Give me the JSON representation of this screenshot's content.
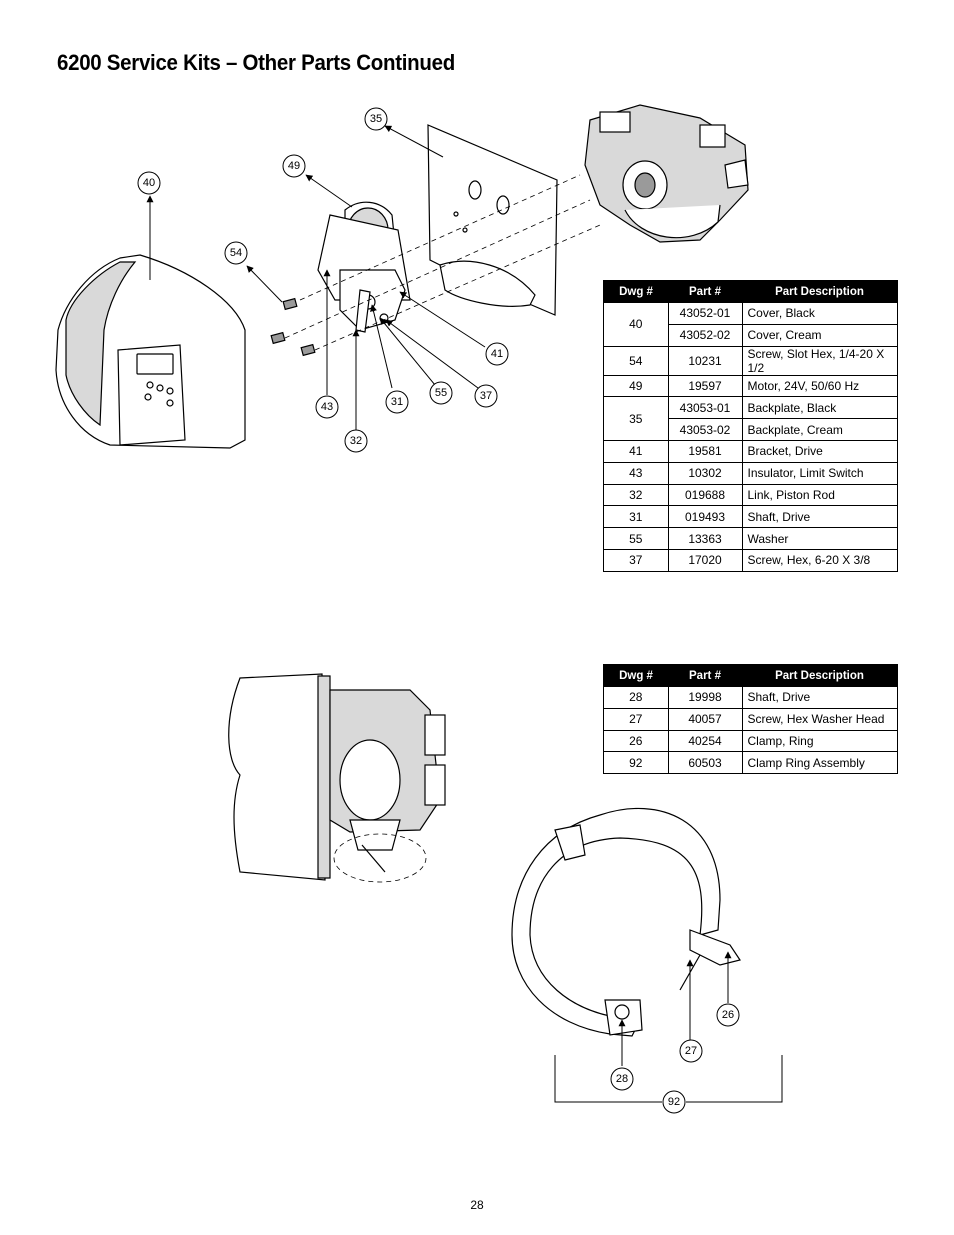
{
  "page": {
    "title": "6200 Service Kits – Other Parts Continued",
    "page_number": "28"
  },
  "table1": {
    "headers": [
      "Dwg #",
      "Part #",
      "Part Description"
    ],
    "rows": [
      {
        "dwg": "40",
        "part": "43052-01",
        "desc": "Cover, Black"
      },
      {
        "dwg": "",
        "part": "43052-02",
        "desc": "Cover, Cream"
      },
      {
        "dwg": "54",
        "part": "10231",
        "desc": "Screw, Slot Hex, 1/4-20 X 1/2"
      },
      {
        "dwg": "49",
        "part": "19597",
        "desc": "Motor, 24V, 50/60 Hz"
      },
      {
        "dwg": "35",
        "part": "43053-01",
        "desc": "Backplate, Black"
      },
      {
        "dwg": "",
        "part": "43053-02",
        "desc": "Backplate, Cream"
      },
      {
        "dwg": "41",
        "part": "19581",
        "desc": "Bracket, Drive"
      },
      {
        "dwg": "43",
        "part": "10302",
        "desc": "Insulator, Limit Switch"
      },
      {
        "dwg": "32",
        "part": "019688",
        "desc": "Link, Piston Rod"
      },
      {
        "dwg": "31",
        "part": "019493",
        "desc": "Shaft, Drive"
      },
      {
        "dwg": "55",
        "part": "13363",
        "desc": "Washer"
      },
      {
        "dwg": "37",
        "part": "17020",
        "desc": "Screw, Hex, 6-20 X 3/8"
      }
    ]
  },
  "table2": {
    "headers": [
      "Dwg #",
      "Part #",
      "Part Description"
    ],
    "rows": [
      {
        "dwg": "28",
        "part": "19998",
        "desc": "Shaft, Drive"
      },
      {
        "dwg": "27",
        "part": "40057",
        "desc": "Screw, Hex Washer Head"
      },
      {
        "dwg": "26",
        "part": "40254",
        "desc": "Clamp, Ring"
      },
      {
        "dwg": "92",
        "part": "60503",
        "desc": "Clamp Ring Assembly"
      }
    ]
  },
  "callouts": {
    "c35": "35",
    "c49": "49",
    "c40": "40",
    "c54": "54",
    "c41": "41",
    "c43": "43",
    "c31": "31",
    "c55": "55",
    "c37": "37",
    "c32": "32",
    "c26": "26",
    "c27": "27",
    "c28": "28",
    "c92": "92"
  }
}
